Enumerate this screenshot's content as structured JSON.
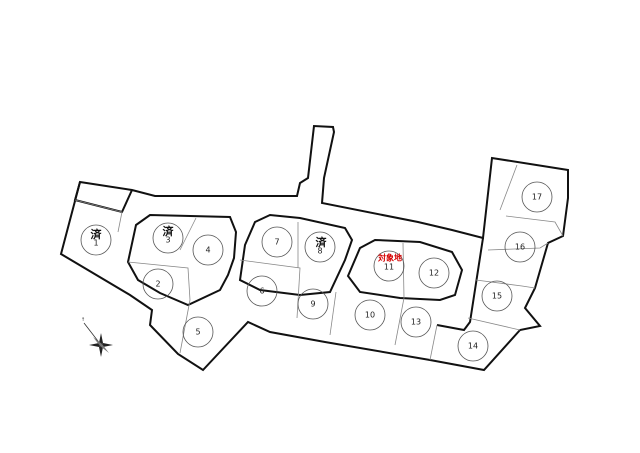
{
  "colors": {
    "target": "#d40000",
    "ink": "#111111"
  },
  "lots": [
    {
      "id": "1",
      "label": "1",
      "note": "済"
    },
    {
      "id": "2",
      "label": "2",
      "note": ""
    },
    {
      "id": "3",
      "label": "3",
      "note": "済"
    },
    {
      "id": "4",
      "label": "4",
      "note": ""
    },
    {
      "id": "5",
      "label": "5",
      "note": ""
    },
    {
      "id": "6",
      "label": "6",
      "note": ""
    },
    {
      "id": "7",
      "label": "7",
      "note": ""
    },
    {
      "id": "8",
      "label": "8",
      "note": "済"
    },
    {
      "id": "9",
      "label": "9",
      "note": ""
    },
    {
      "id": "10",
      "label": "10",
      "note": ""
    },
    {
      "id": "11",
      "label": "11",
      "note": "対象地"
    },
    {
      "id": "12",
      "label": "12",
      "note": ""
    },
    {
      "id": "13",
      "label": "13",
      "note": ""
    },
    {
      "id": "14",
      "label": "14",
      "note": ""
    },
    {
      "id": "15",
      "label": "15",
      "note": ""
    },
    {
      "id": "16",
      "label": "16",
      "note": ""
    },
    {
      "id": "17",
      "label": "17",
      "note": ""
    }
  ],
  "compass_icon": "north-arrow-icon"
}
